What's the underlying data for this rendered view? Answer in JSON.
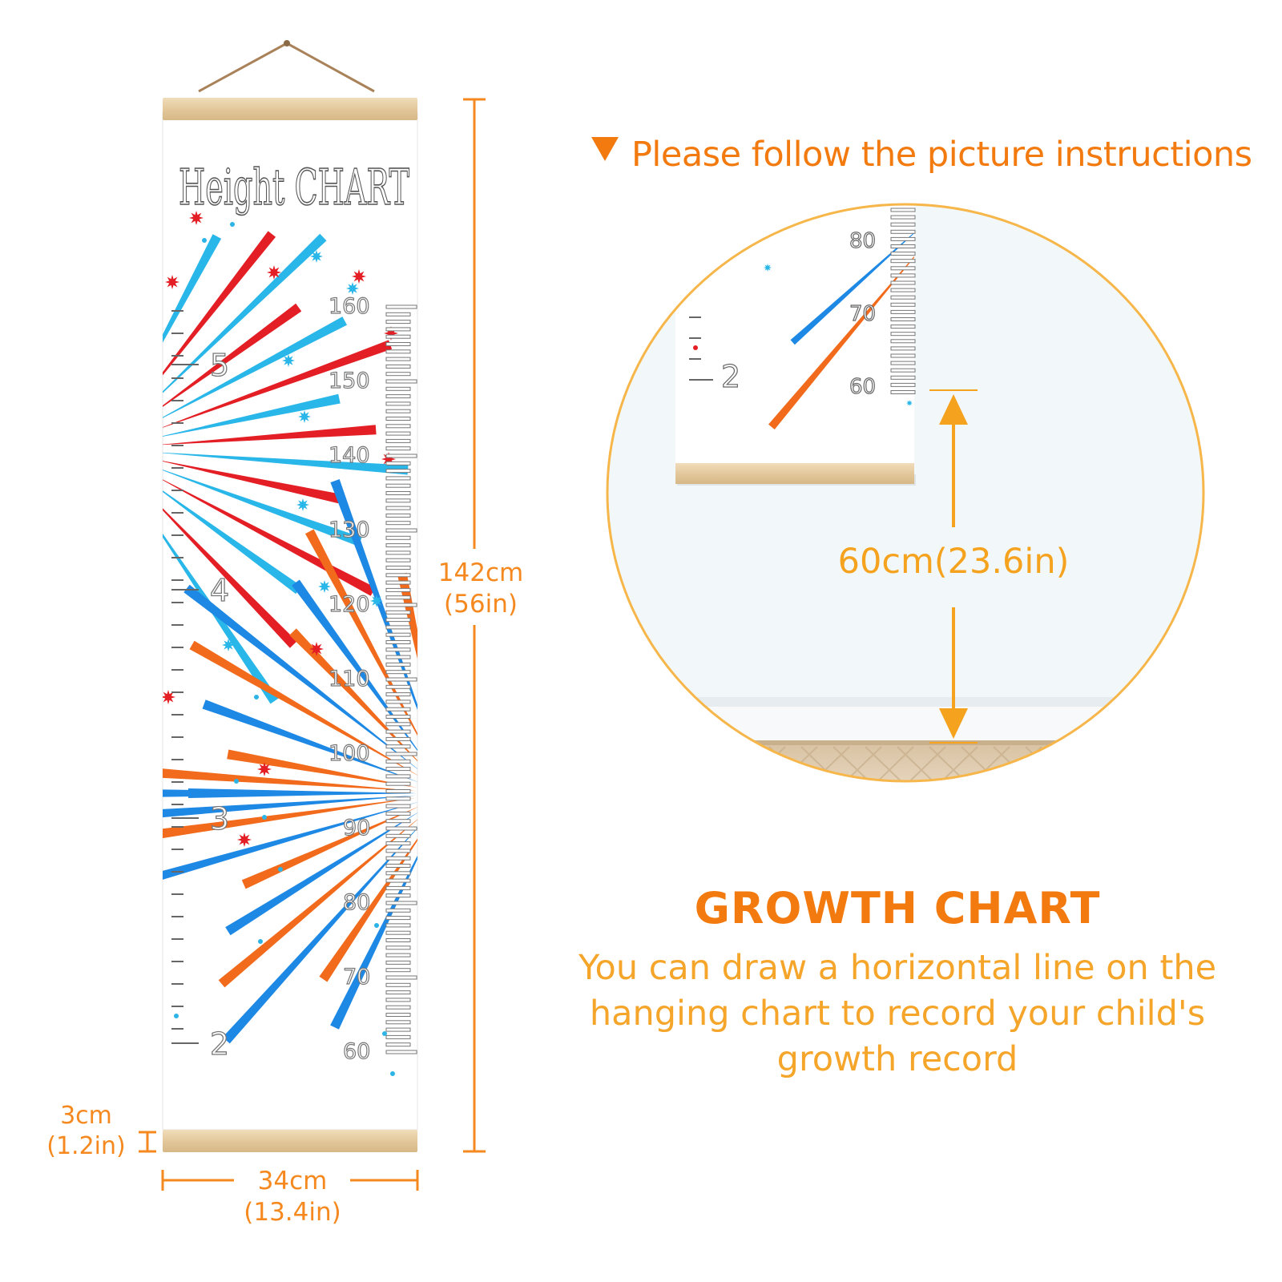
{
  "instruction": "Please follow the picture instructions",
  "chart_heading": "Height CHART",
  "cm_ticks": [
    "160",
    "150",
    "140",
    "130",
    "120",
    "110",
    "100",
    "90",
    "80",
    "70",
    "60"
  ],
  "ft_ticks": [
    "5",
    "4",
    "3",
    "2"
  ],
  "dimensions": {
    "height_cm": "142cm",
    "height_in": "(56in)",
    "rod_cm": "3cm",
    "rod_in": "(1.2in)",
    "width_cm": "34cm",
    "width_in": "(13.4in)"
  },
  "detail": {
    "cm_ticks": [
      "80",
      "70",
      "60"
    ],
    "ft_tick": "2",
    "offset_label": "60cm(23.6in)"
  },
  "growth_title": "GROWTH CHART",
  "growth_desc": "You can draw a horizontal line on the hanging chart to record your child's growth record",
  "colors": {
    "accent_orange": "#F5891F",
    "text_orange": "#F27A0F",
    "desc_orange": "#F5A52A",
    "firework_blue": "#1E88E5",
    "firework_light_blue": "#29B6E8",
    "firework_red": "#E31E24",
    "firework_orange": "#F26A1B",
    "wood": "#E6CFA6"
  }
}
